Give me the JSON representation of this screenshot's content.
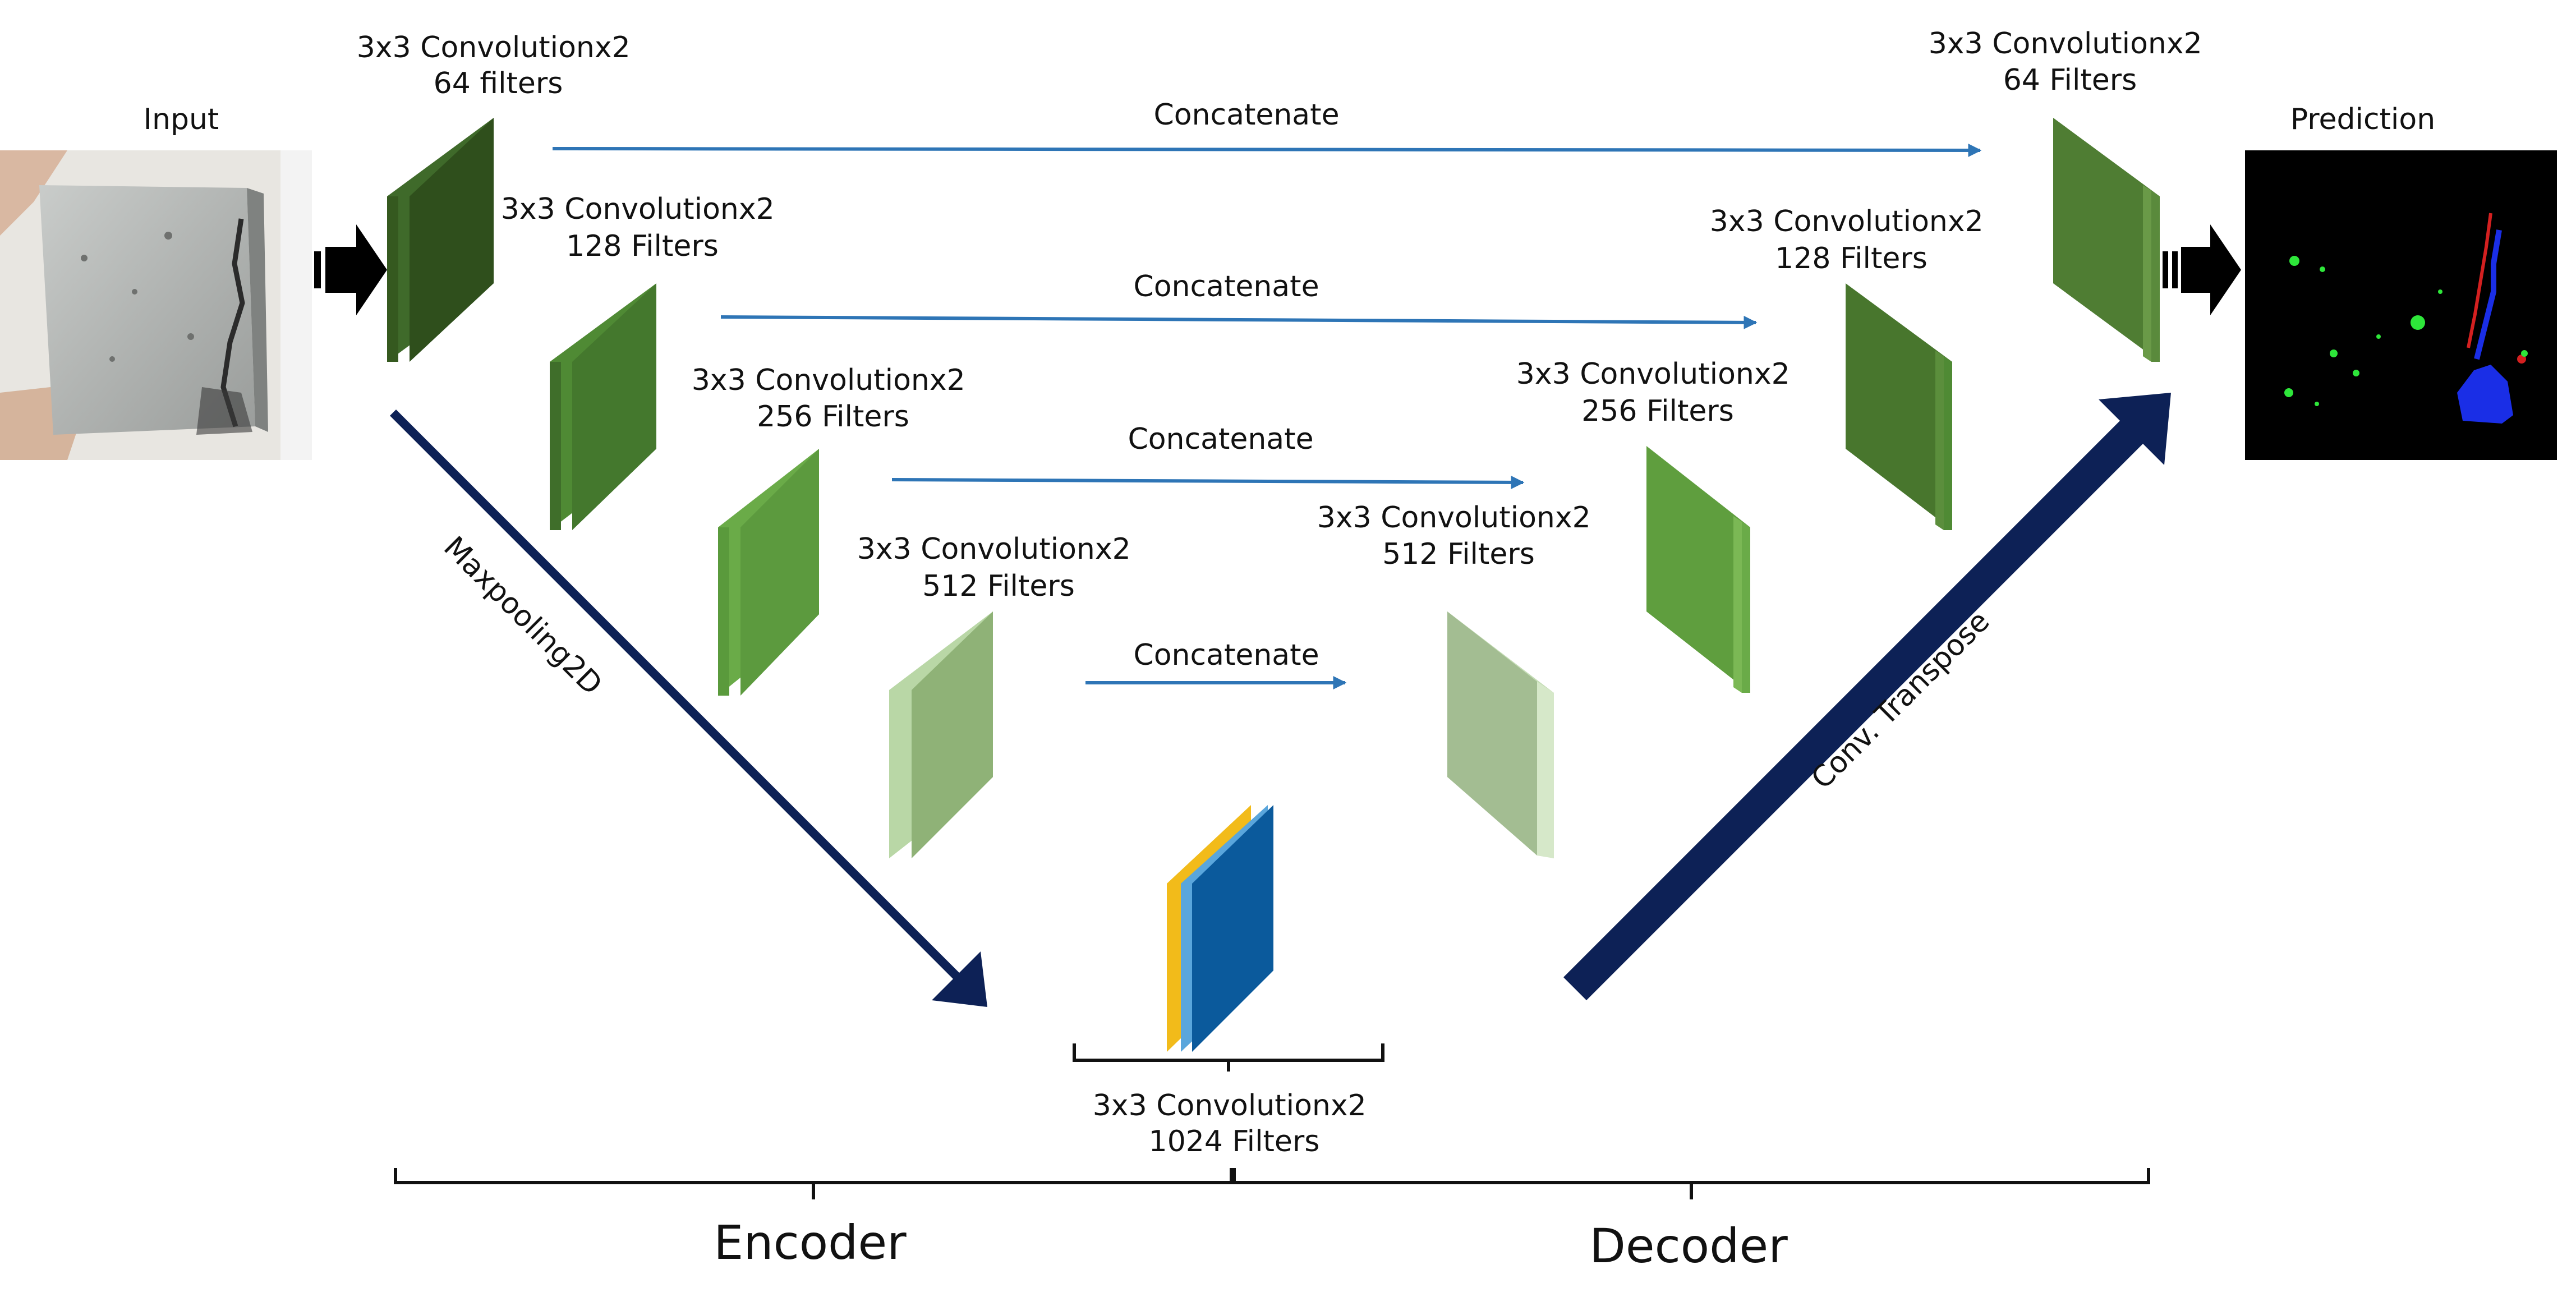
{
  "input": {
    "label": "Input"
  },
  "prediction": {
    "label": "Prediction"
  },
  "encoder": {
    "blocks": [
      {
        "line1": "3x3 Convolutionx2",
        "line2": "64 filters"
      },
      {
        "line1": "3x3 Convolutionx2",
        "line2": "128 Filters"
      },
      {
        "line1": "3x3 Convolutionx2",
        "line2": "256 Filters"
      },
      {
        "line1": "3x3 Convolutionx2",
        "line2": "512 Filters"
      }
    ]
  },
  "decoder": {
    "blocks": [
      {
        "line1": "3x3 Convolutionx2",
        "line2": "64 Filters"
      },
      {
        "line1": "3x3 Convolutionx2",
        "line2": "128 Filters"
      },
      {
        "line1": "3x3 Convolutionx2",
        "line2": "256 Filters"
      },
      {
        "line1": "3x3 Convolutionx2",
        "line2": "512 Filters"
      }
    ]
  },
  "bottleneck": {
    "line1": "3x3 Convolutionx2",
    "line2": "1024 Filters"
  },
  "connections": {
    "skip": [
      "Concatenate",
      "Concatenate",
      "Concatenate",
      "Concatenate"
    ],
    "down": "Maxpooling2D",
    "up": "Conv. Transpose"
  },
  "sections": {
    "encoder": "Encoder",
    "decoder": "Decoder"
  },
  "colors": {
    "level1": "#3f6a2a",
    "level2": "#4f8a34",
    "level3": "#6aab48",
    "level4": "#9fc48a",
    "bottleneck_front": "#0b5a9c",
    "bottleneck_side": "#f2bb1a",
    "big_arrow": "#0d2156",
    "skip_arrow": "#2e75b6",
    "prediction_crack": "#d42020",
    "prediction_spall": "#1a2ee6",
    "prediction_pore": "#2ee63a"
  }
}
